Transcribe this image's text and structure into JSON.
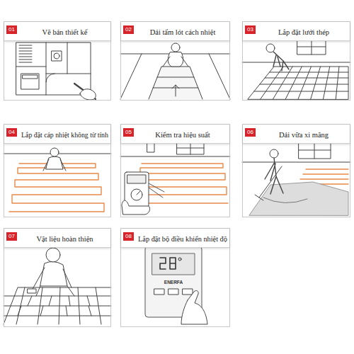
{
  "diagram": {
    "nodes": [
      {
        "text": [
          "Vẽ bản thiết kế"
        ]
      },
      {
        "text": [
          "01"
        ],
        "in": 0
      },
      {
        "text": [
          "Dải tấm lót cách nhiệt"
        ]
      },
      {
        "text": [
          "02"
        ],
        "in": 2
      },
      {
        "text": [
          "Lắp đặt lưới thép"
        ]
      },
      {
        "text": [
          "03"
        ],
        "in": 4
      },
      {
        "text": [
          "Lắp đặt cáp nhiệt không từ tính"
        ]
      },
      {
        "text": [
          "04"
        ],
        "in": 6
      },
      {
        "text": [
          "Kiểm tra hiệu suất"
        ]
      },
      {
        "text": [
          "05"
        ],
        "in": 8
      },
      {
        "text": [
          "Dải vữa xi măng"
        ]
      },
      {
        "text": [
          "06"
        ],
        "in": 10
      },
      {
        "text": [
          "Vật liệu hoàn thiện"
        ]
      },
      {
        "text": [
          "07"
        ],
        "in": 12
      },
      {
        "text": [
          "Lắp đặt bộ điều khiển nhiệt độ"
        ]
      },
      {
        "text": [
          "08"
        ],
        "in": 14
      }
    ],
    "labels": [
      "ENERFA"
    ]
  }
}
